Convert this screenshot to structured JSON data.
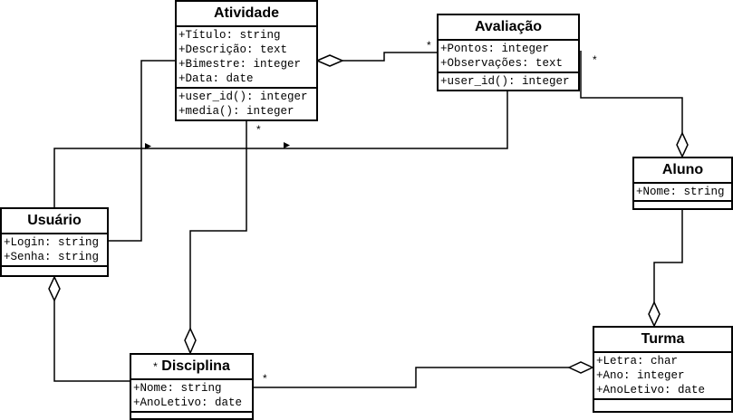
{
  "classes": {
    "atividade": {
      "name": "Atividade",
      "attributes": [
        "+Título: string",
        "+Descrição: text",
        "+Bimestre: integer",
        "+Data: date"
      ],
      "methods": [
        "+user_id(): integer",
        "+media(): integer"
      ]
    },
    "avaliacao": {
      "name": "Avaliação",
      "attributes": [
        "+Pontos: integer",
        "+Observações: text"
      ],
      "methods": [
        "+user_id(): integer"
      ]
    },
    "aluno": {
      "name": "Aluno",
      "attributes": [
        "+Nome: string"
      ],
      "methods": []
    },
    "usuario": {
      "name": "Usuário",
      "attributes": [
        "+Login: string",
        "+Senha: string"
      ],
      "methods": []
    },
    "disciplina": {
      "name": "Disciplina",
      "attributes": [
        "+Nome: string",
        "+AnoLetivo: date"
      ],
      "methods": []
    },
    "turma": {
      "name": "Turma",
      "attributes": [
        "+Letra: char",
        "+Ano: integer",
        "+AnoLetivo: date"
      ],
      "methods": []
    }
  },
  "multiplicities": {
    "atividade_avaliacao": "*",
    "avaliacao_aluno": "*",
    "atividade_disciplina": "*",
    "disciplina_usuario": "*",
    "disciplina_turma": "*"
  }
}
